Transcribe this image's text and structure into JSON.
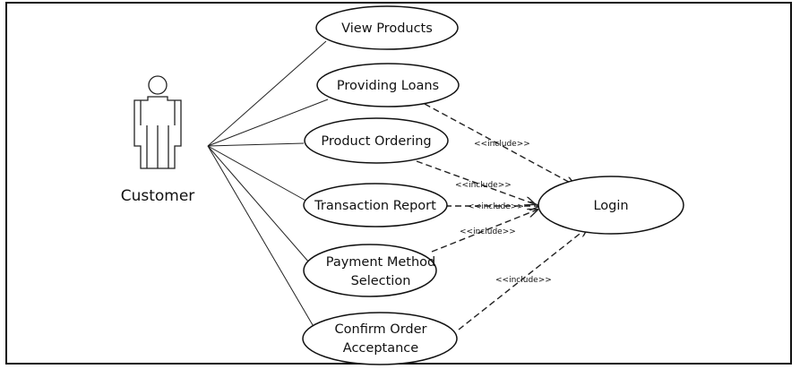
{
  "actor": {
    "name": "Customer"
  },
  "use_cases": [
    {
      "id": "view-products",
      "lines": [
        "View Products"
      ]
    },
    {
      "id": "providing-loans",
      "lines": [
        "Providing Loans"
      ]
    },
    {
      "id": "product-ordering",
      "lines": [
        "Product Ordering"
      ]
    },
    {
      "id": "transaction-report",
      "lines": [
        "Transaction Report"
      ]
    },
    {
      "id": "payment-method-selection",
      "lines": [
        "Payment Method",
        "Selection"
      ]
    },
    {
      "id": "confirm-order-acceptance",
      "lines": [
        "Confirm Order",
        "Acceptance"
      ]
    },
    {
      "id": "login",
      "lines": [
        "Login"
      ]
    }
  ],
  "relations": [
    {
      "from": "providing-loans",
      "to": "login",
      "label": "<<include>>"
    },
    {
      "from": "product-ordering",
      "to": "login",
      "label": "<<include>>"
    },
    {
      "from": "transaction-report",
      "to": "login",
      "label": "<<include>>"
    },
    {
      "from": "payment-method-selection",
      "to": "login",
      "label": "<<include>>"
    },
    {
      "from": "confirm-order-acceptance",
      "to": "login",
      "label": "<<include>>"
    }
  ]
}
